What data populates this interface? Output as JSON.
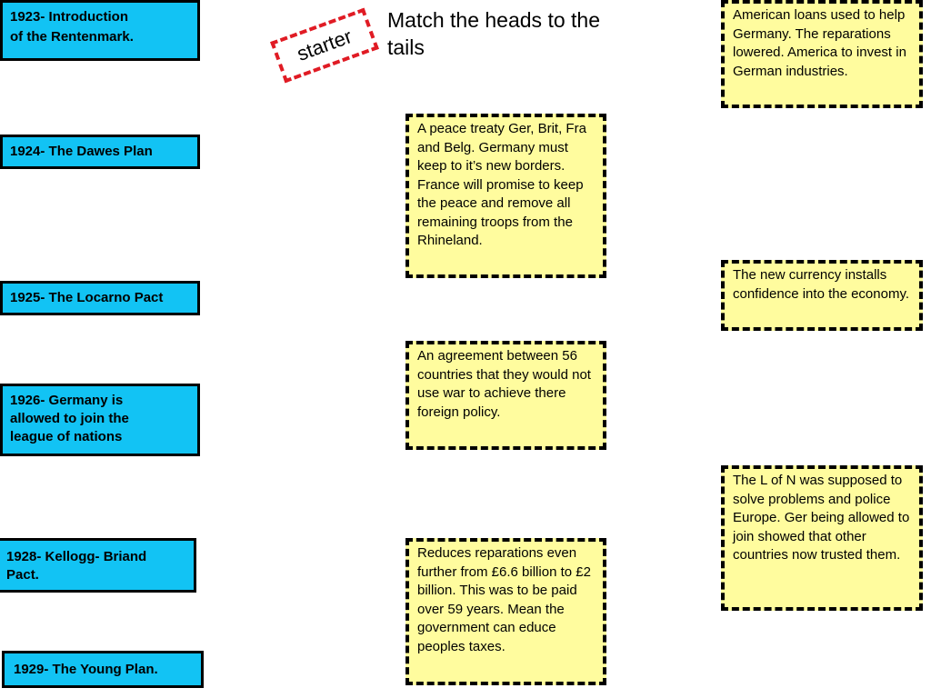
{
  "title": "Match the heads to the tails",
  "starter_label": "starter",
  "heads": [
    {
      "line1": "1923- Introduction",
      "line2": "of the Rentenmark."
    },
    {
      "text": "1924- The Dawes Plan"
    },
    {
      "text": "1925- The Locarno Pact"
    },
    {
      "text": "1926- Germany is allowed to join the league of nations"
    },
    {
      "text": "1928- Kellogg- Briand Pact."
    },
    {
      "text": "1929- The Young Plan."
    }
  ],
  "tails_middle": [
    {
      "text": "A peace treaty Ger, Brit, Fra and Belg. Germany must keep to it’s new borders. France will promise to keep the peace and remove all remaining troops from the Rhineland."
    },
    {
      "text": "An agreement between 56 countries that they would not use war to achieve there foreign policy."
    },
    {
      "text": "Reduces reparations even further from £6.6 billion to £2 billion. This was to be paid over 59 years. Mean the government can educe peoples taxes."
    }
  ],
  "tails_right": [
    {
      "text": "American loans used to help Germany. The reparations lowered. America to invest in German industries."
    },
    {
      "text": "The new currency installs confidence into the economy."
    },
    {
      "text": "The L of N was supposed to solve problems and police Europe. Ger being allowed to join showed that other countries now trusted them."
    }
  ]
}
